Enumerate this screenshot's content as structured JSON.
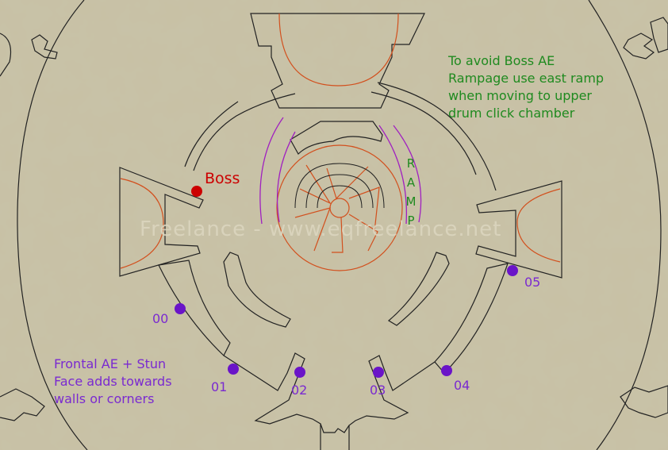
{
  "watermark": "Freelance - www.eqfreelance.net",
  "boss": {
    "label": "Boss",
    "color": "#cc0000"
  },
  "ramp_letters": [
    "R",
    "A",
    "M",
    "P"
  ],
  "notes": {
    "boss_ae": [
      "To avoid Boss AE",
      "Rampage use east ramp",
      "when moving to upper",
      "drum click chamber"
    ],
    "frontal": [
      "Frontal AE + Stun",
      "Face adds towards",
      "walls or corners"
    ]
  },
  "spawns": [
    {
      "label": "00"
    },
    {
      "label": "01"
    },
    {
      "label": "02"
    },
    {
      "label": "03"
    },
    {
      "label": "04"
    },
    {
      "label": "05"
    }
  ],
  "colors": {
    "wall": "#222222",
    "upper_level": "#d2501e",
    "ramp": "#a020c0",
    "spawn_marker": "#6a14c8",
    "note_green": "#1f8a1f",
    "note_purple": "#7a2ad0"
  }
}
